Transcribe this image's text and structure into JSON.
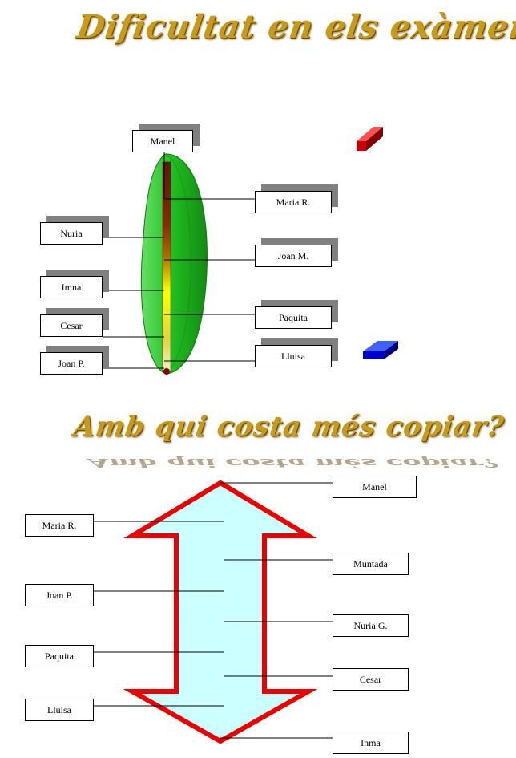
{
  "titles": {
    "top": "Dificultat en els exàmens",
    "bottom": "Amb qui costa més copiar?"
  },
  "top_diagram": {
    "labels": [
      "Manel",
      "Maria R.",
      "Nuria",
      "Joan M.",
      "Imna",
      "Paquita",
      "Cesar",
      "Lluisa",
      "Joan P."
    ]
  },
  "bottom_diagram": {
    "labels": [
      "Manel",
      "Maria R.",
      "Muntada",
      "Joan P.",
      "Nuria G.",
      "Paquita",
      "Cesar",
      "Lluisa",
      "Inma"
    ]
  },
  "colors": {
    "green": "#22c022",
    "arrow_outline": "#ee0000",
    "arrow_fill": "#ccffff",
    "red_marker": "#cc0000",
    "blue_marker": "#0000cc",
    "wordart": "#c89a1a"
  }
}
